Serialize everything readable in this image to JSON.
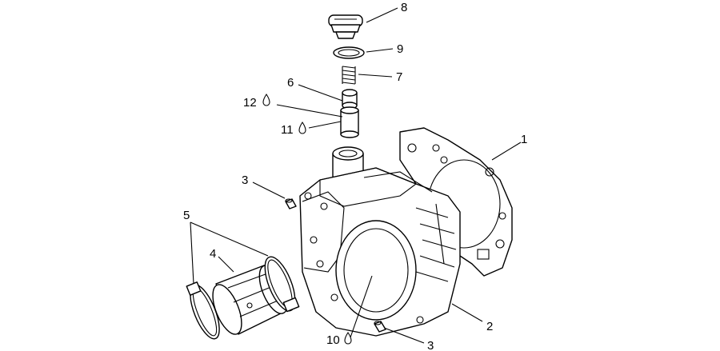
{
  "callouts": [
    {
      "id": "c8",
      "label": "8"
    },
    {
      "id": "c9",
      "label": "9"
    },
    {
      "id": "c7",
      "label": "7"
    },
    {
      "id": "c6",
      "label": "6"
    },
    {
      "id": "c12",
      "label": "12"
    },
    {
      "id": "c11",
      "label": "11"
    },
    {
      "id": "c1",
      "label": "1"
    },
    {
      "id": "c3a",
      "label": "3"
    },
    {
      "id": "c5",
      "label": "5"
    },
    {
      "id": "c4",
      "label": "4"
    },
    {
      "id": "c10",
      "label": "10"
    },
    {
      "id": "c2",
      "label": "2"
    },
    {
      "id": "c3b",
      "label": "3"
    }
  ]
}
